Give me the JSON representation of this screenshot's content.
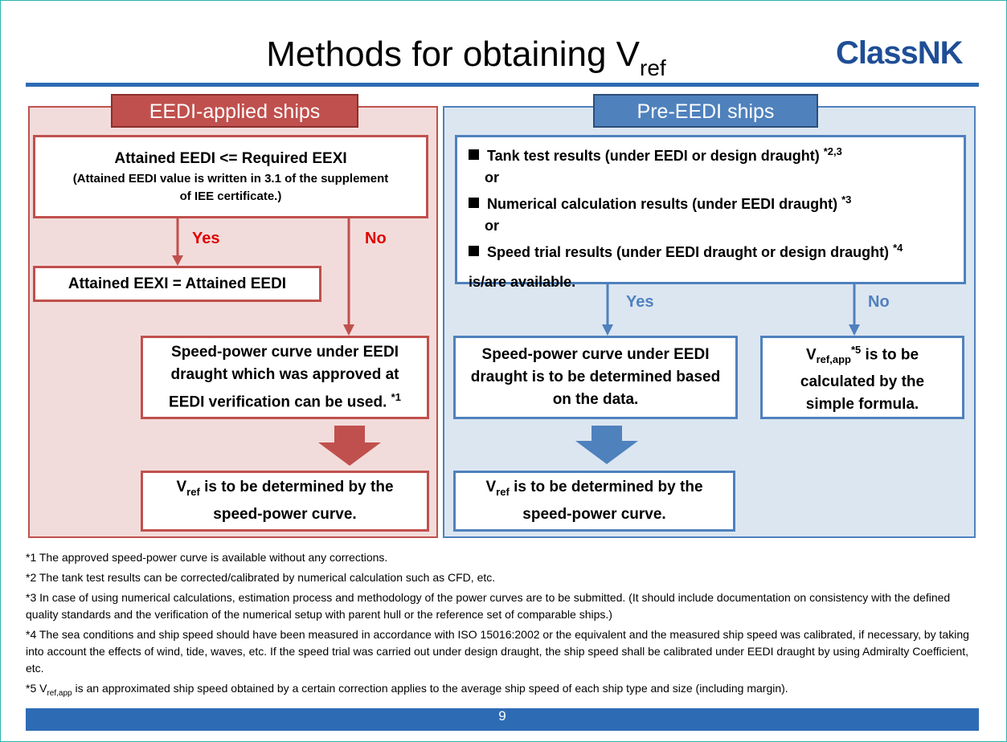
{
  "header": {
    "title_main": "Methods for obtaining V",
    "title_sub": "ref",
    "logo_text": "ClassNK"
  },
  "left": {
    "tab": "EEDI-applied ships",
    "condition_main": "Attained EEDI <= Required EEXI",
    "condition_note_1": "(Attained EEDI value is written in 3.1 of the supplement",
    "condition_note_2": "of IEE certificate.)",
    "yes": "Yes",
    "no": "No",
    "yes_result": "Attained EEXI = Attained EEDI",
    "curve_line1": "Speed-power curve under EEDI",
    "curve_line2": "draught which was approved at",
    "curve_line3": "EEDI verification can be used.",
    "curve_mark": "*1",
    "vref_v": "V",
    "vref_sub": "ref",
    "vref_rest": " is to be determined by the",
    "vref_line2": "speed-power curve."
  },
  "right": {
    "tab": "Pre-EEDI ships",
    "item1": "Tank test results (under EEDI or design draught)",
    "item1_mark": "*2,3",
    "or1": "or",
    "item2": "Numerical calculation results (under EEDI draught)",
    "item2_mark": "*3",
    "or2": "or",
    "item3": "Speed trial results (under EEDI draught or design draught)",
    "item3_mark": "*4",
    "avail": "is/are available.",
    "yes": "Yes",
    "no": "No",
    "curve_line1": "Speed-power curve under EEDI",
    "curve_line2": "draught is to be determined based",
    "curve_line3": "on the data.",
    "formula_v": "V",
    "formula_sub": "ref,app",
    "formula_mark": "*5",
    "formula_rest": " is to be",
    "formula_line2": "calculated by the",
    "formula_line3": "simple formula.",
    "vref_v": "V",
    "vref_sub": "ref",
    "vref_rest": " is to be determined by the",
    "vref_line2": "speed-power curve."
  },
  "notes": {
    "n1": "*1 The approved speed-power curve is available without any corrections.",
    "n2": "*2 The tank test results can be corrected/calibrated by numerical calculation such as CFD, etc.",
    "n3": "*3 In case of using numerical calculations, estimation process and methodology of the power curves are to be submitted. (It should include documentation on consistency with the defined quality standards and the verification of the numerical setup with parent hull or the reference set of comparable ships.)",
    "n4": "*4  The sea conditions and ship speed should have been measured in accordance with ISO 15016:2002 or the equivalent and the measured ship speed was calibrated, if necessary, by taking into account the effects of wind, tide, waves, etc. If the speed trial was carried out under design draught, the ship speed shall be calibrated under EEDI draught by using Admiralty Coefficient, etc.",
    "n5_pre": "*5 V",
    "n5_sub": "ref,app",
    "n5_post": " is an approximated ship speed obtained by a certain correction applies to the average ship speed of each ship type and size (including margin)."
  },
  "footer": {
    "page": "9"
  },
  "colors": {
    "red": "#c0504d",
    "blue": "#4f81bd",
    "brand": "#1f4e96"
  }
}
